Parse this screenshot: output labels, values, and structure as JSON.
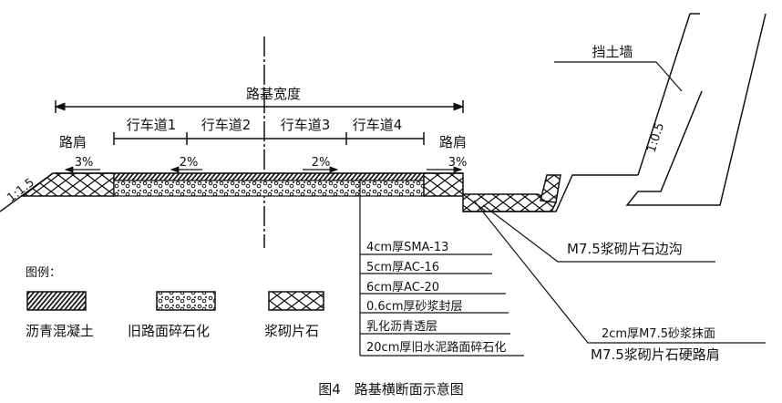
{
  "title": "图4　路基横断面示意图",
  "labels": {
    "subgrade_width": "路基宽度",
    "lanes": [
      "行车道1",
      "行车道2",
      "行车道3",
      "行车道4"
    ],
    "shoulder_left": "路肩",
    "shoulder_right": "路肩",
    "slopes": [
      "3%",
      "2%",
      "2%",
      "3%"
    ],
    "fill_slope": "1:1.5",
    "wall_slope": "1:0.5",
    "retaining_wall": "挡土墙",
    "side_ditch": "M7.5浆砌片石边沟",
    "mortar_face": "2cm厚M7.5砂浆抹面",
    "hard_shoulder": "M7.5浆砌片石硬路肩"
  },
  "layers": [
    "4cm厚SMA-13",
    "5cm厚AC-16",
    "6cm厚AC-20",
    "0.6cm厚砂浆封层",
    "乳化沥青透层",
    "20cm厚旧水泥路面碎石化"
  ],
  "legend": {
    "title": "图例：",
    "items": [
      "沥青混凝土",
      "旧路面碎石化",
      "浆砌片石"
    ]
  }
}
